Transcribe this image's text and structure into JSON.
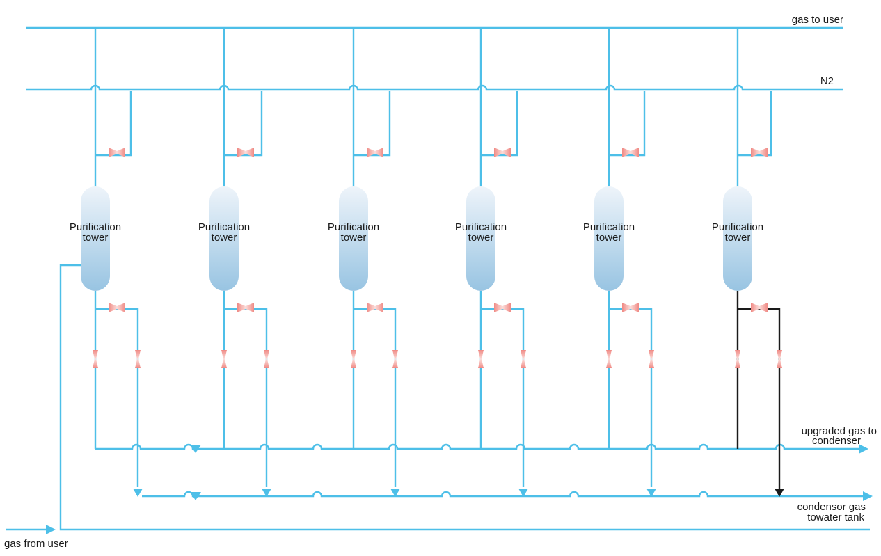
{
  "labels": {
    "gas_to_user": "gas to user",
    "n2": "N2",
    "upgraded_line1": "upgraded gas to",
    "upgraded_line2": "condenser",
    "condensor_line1": "condensor gas",
    "condensor_line2": "towater  tank",
    "gas_from_user": "gas from user"
  },
  "towers": [
    {
      "line1": "Purification",
      "line2": "tower"
    },
    {
      "line1": "Purification",
      "line2": "tower"
    },
    {
      "line1": "Purification",
      "line2": "tower"
    },
    {
      "line1": "Purification",
      "line2": "tower"
    },
    {
      "line1": "Purification",
      "line2": "tower"
    },
    {
      "line1": "Purification",
      "line2": "tower"
    }
  ],
  "colors": {
    "pipe": "#4dbfe8",
    "valve": "#f2a8a4",
    "tower_top": "#eef4fa",
    "tower_bottom": "#98c4e2",
    "text": "#1a1a1a",
    "highlight_pipe": "#1a1a1a"
  }
}
